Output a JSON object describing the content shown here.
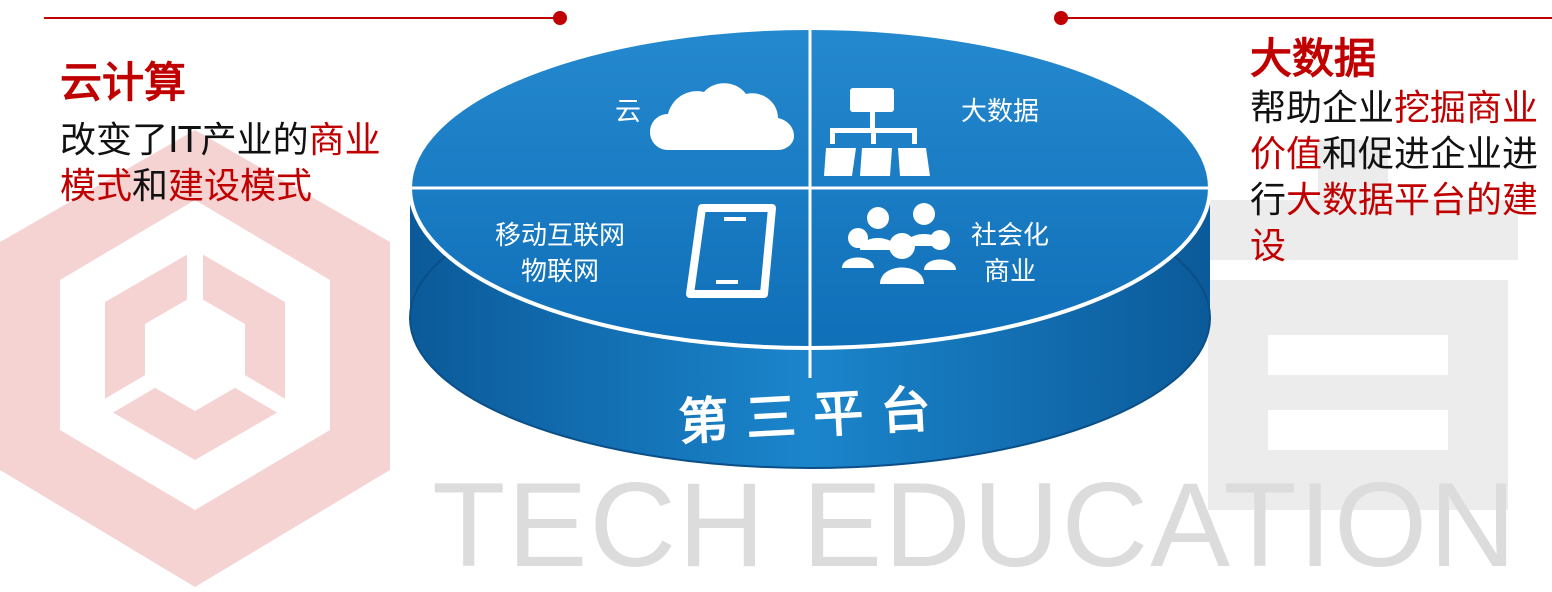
{
  "left_panel": {
    "title": "云计算",
    "desc_1": "改变了IT产业的",
    "desc_2": "商业模式",
    "desc_3": "和",
    "desc_4": "建设模式"
  },
  "right_panel": {
    "title": "大数据",
    "desc_1": "帮助企业",
    "desc_2": "挖掘商业价值",
    "desc_3": "和促进企业进行",
    "desc_4": "大数据平台的建设"
  },
  "platform": {
    "cloud_label": "云",
    "bigdata_label": "大数据",
    "mobile_label_1": "移动互联网",
    "mobile_label_2": "物联网",
    "social_label_1": "社会化",
    "social_label_2": "商业",
    "base_label": "第 三 平 台"
  },
  "watermark": {
    "text": "TECH EDUCATION"
  },
  "colors": {
    "accent": "#c00000",
    "platform_blue": "#1a7cc4",
    "platform_dark": "#0d5b98"
  }
}
